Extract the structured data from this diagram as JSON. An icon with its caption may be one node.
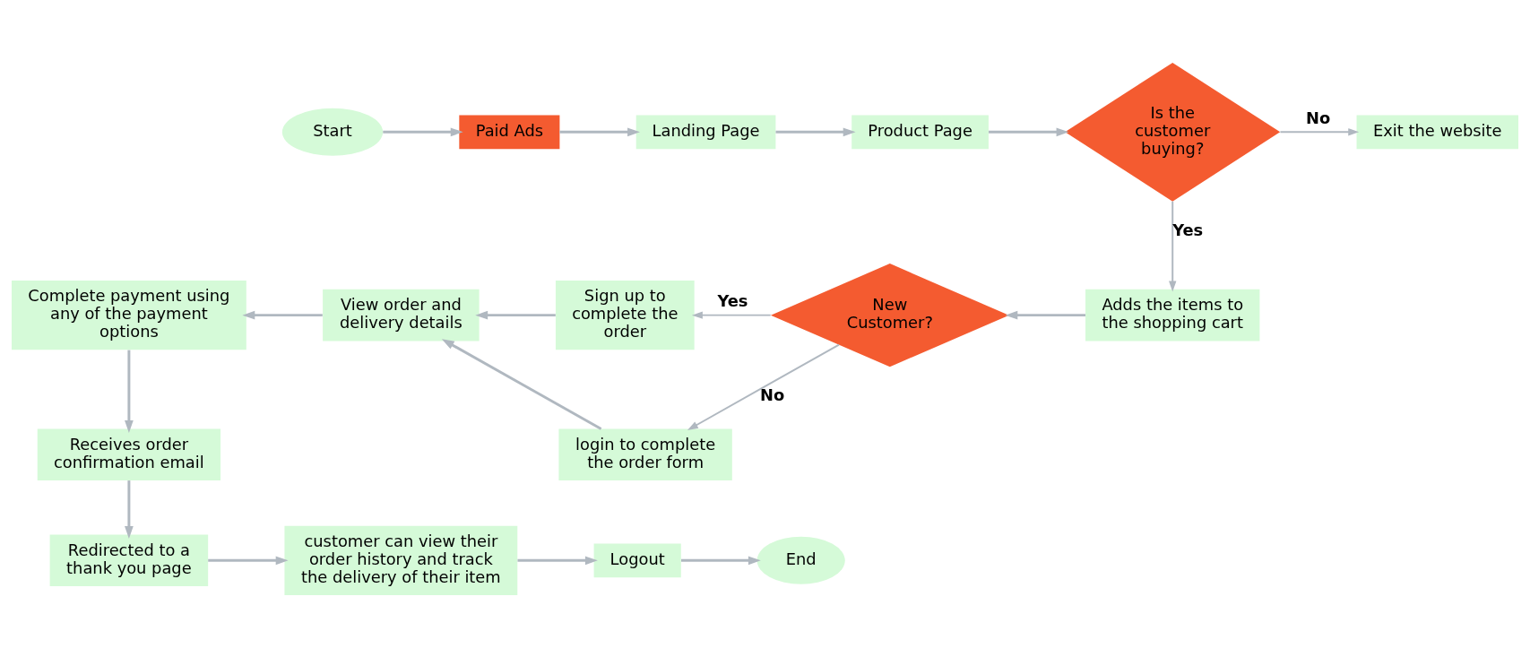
{
  "diagram": {
    "nodes": [
      {
        "text": [
          "Start"
        ]
      },
      {
        "text": [
          "Paid Ads"
        ]
      },
      {
        "text": [
          "Landing Page"
        ]
      },
      {
        "text": [
          "Product Page"
        ]
      },
      {
        "text": [
          "Is the customer buying?"
        ]
      },
      {
        "text": [
          "Exit the website"
        ]
      },
      {
        "text": [
          "Adds the items to the shopping cart"
        ]
      },
      {
        "text": [
          "New Customer?"
        ]
      },
      {
        "text": [
          "Sign up to complete the order"
        ]
      },
      {
        "text": [
          "View order and delivery details"
        ]
      },
      {
        "text": [
          "Complete payment using any of the payment options"
        ]
      },
      {
        "text": [
          "login to complete the order form"
        ]
      },
      {
        "text": [
          "Receives order confirmation email"
        ]
      },
      {
        "text": [
          "Redirected to a thank you page"
        ]
      },
      {
        "text": [
          "customer can view their order history and track the delivery of their item"
        ]
      },
      {
        "text": [
          "Logout"
        ]
      },
      {
        "text": [
          "End"
        ]
      }
    ],
    "edges": [
      {
        "from": 0,
        "to": 1,
        "arrow": "to"
      },
      {
        "from": 1,
        "to": 2,
        "arrow": "to"
      },
      {
        "from": 2,
        "to": 3,
        "arrow": "to"
      },
      {
        "from": 3,
        "to": 4,
        "arrow": "to"
      },
      {
        "from": 4,
        "to": 5,
        "arrow": "to",
        "label": "No"
      },
      {
        "from": 4,
        "to": 6,
        "arrow": "to",
        "label": "Yes"
      },
      {
        "from": 6,
        "to": 7,
        "arrow": "to"
      },
      {
        "from": 7,
        "to": 8,
        "arrow": "to",
        "label": "Yes"
      },
      {
        "from": 7,
        "to": 11,
        "arrow": "to",
        "label": "No"
      },
      {
        "from": 8,
        "to": 9,
        "arrow": "to"
      },
      {
        "from": 11,
        "to": 9,
        "arrow": "to"
      },
      {
        "from": 9,
        "to": 10,
        "arrow": "to"
      },
      {
        "from": 10,
        "to": 12,
        "arrow": "to"
      },
      {
        "from": 12,
        "to": 13,
        "arrow": "to"
      },
      {
        "from": 13,
        "to": 14,
        "arrow": "to"
      },
      {
        "from": 14,
        "to": 15,
        "arrow": "to"
      },
      {
        "from": 15,
        "to": 16,
        "arrow": "to"
      }
    ]
  }
}
